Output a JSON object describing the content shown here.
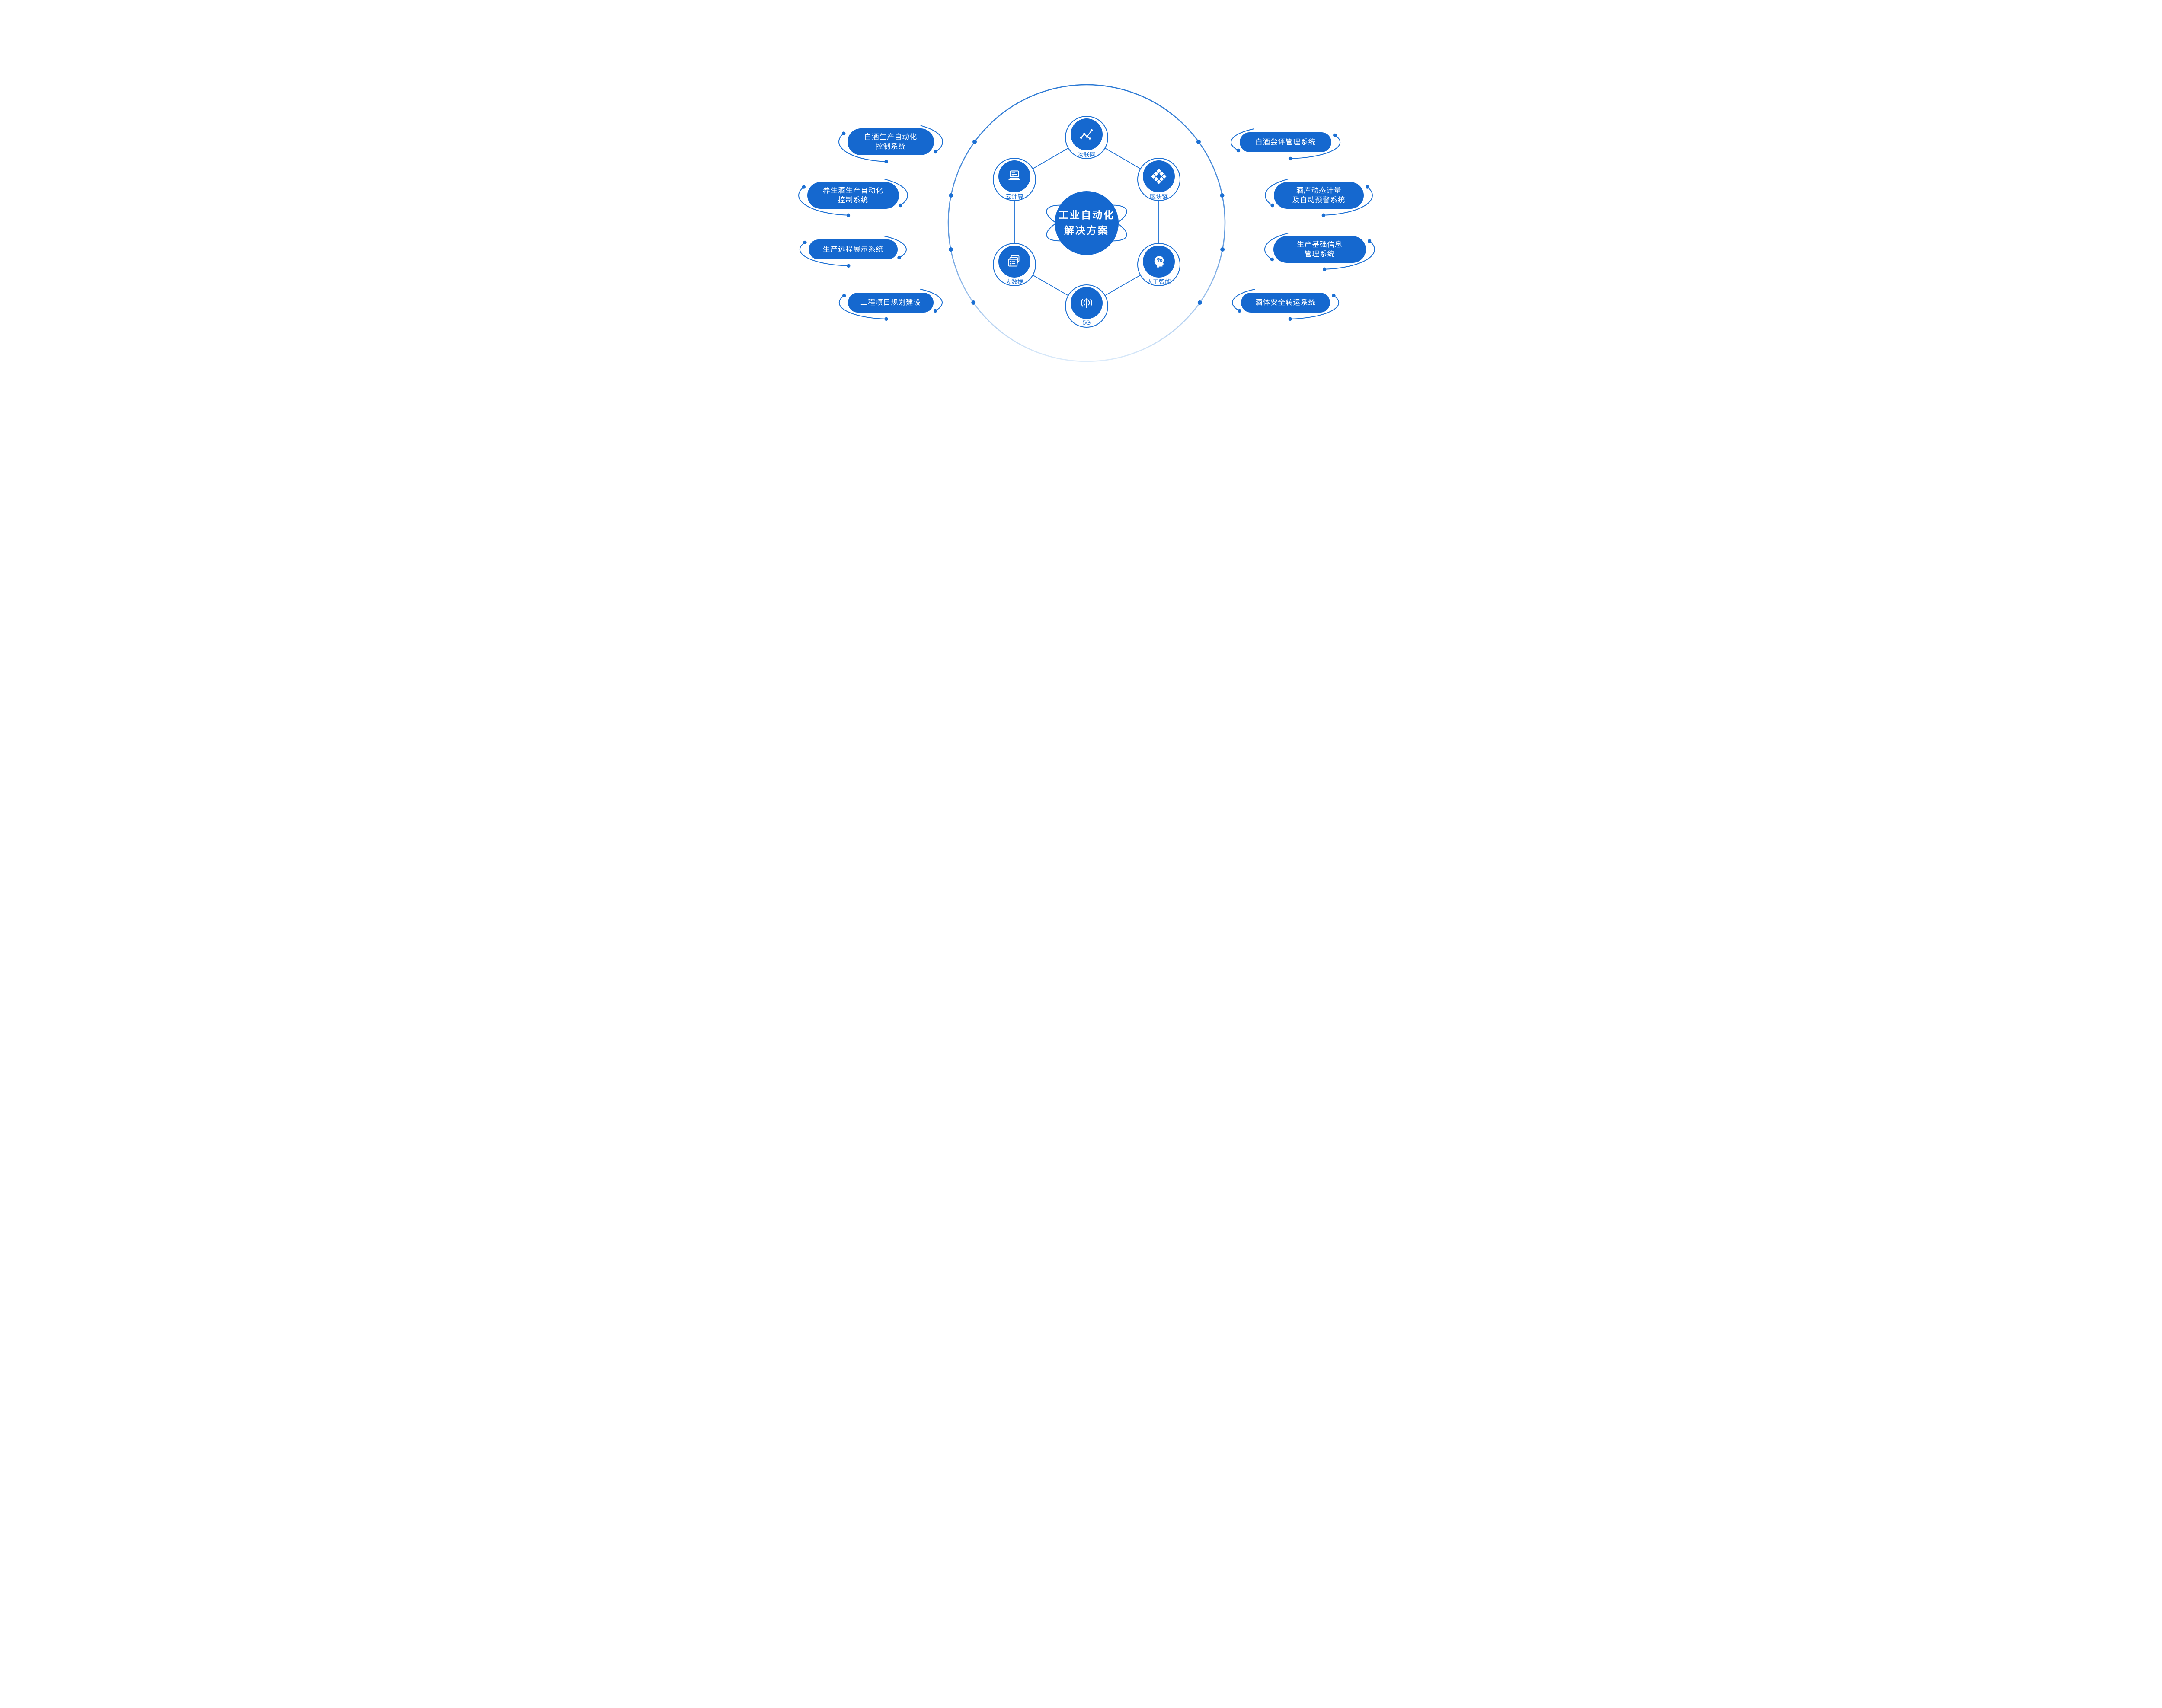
{
  "colors": {
    "primary": "#1568cf",
    "line": "#1b6fd3"
  },
  "center": {
    "title_line1": "工业自动化",
    "title_line2": "解决方案"
  },
  "nodes": [
    {
      "id": "iot",
      "label": "物联网",
      "icon": "iot-network-icon"
    },
    {
      "id": "blockchain",
      "label": "区块链",
      "icon": "blockchain-blocks-icon"
    },
    {
      "id": "ai",
      "label": "人工智能",
      "icon": "ai-head-icon"
    },
    {
      "id": "5g",
      "label": "5G",
      "icon": "5g-antenna-icon"
    },
    {
      "id": "bigdata",
      "label": "大数据",
      "icon": "big-data-stack-icon"
    },
    {
      "id": "cloud",
      "label": "云计算",
      "icon": "cloud-computing-laptop-icon"
    }
  ],
  "left_pills": [
    {
      "line1": "白酒生产自动化",
      "line2": "控制系统"
    },
    {
      "line1": "养生酒生产自动化",
      "line2": "控制系统"
    },
    {
      "line1": "生产远程展示系统",
      "line2": ""
    },
    {
      "line1": "工程项目规划建设",
      "line2": ""
    }
  ],
  "right_pills": [
    {
      "line1": "白酒尝评管理系统",
      "line2": ""
    },
    {
      "line1": "酒库动态计量",
      "line2": "及自动预警系统"
    },
    {
      "line1": "生产基础信息",
      "line2": "管理系统"
    },
    {
      "line1": "酒体安全转运系统",
      "line2": ""
    }
  ]
}
